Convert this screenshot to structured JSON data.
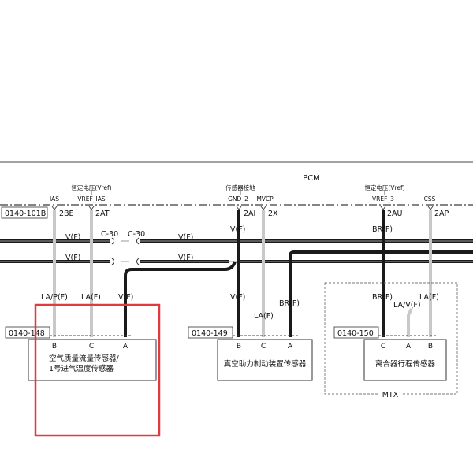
{
  "pcm": {
    "title": "PCM",
    "pins": [
      {
        "signal": "IAS",
        "pin": "2BE"
      },
      {
        "signal": "VREF_IAS",
        "desc": "恒定电压(Vref)",
        "pin": "2AT"
      },
      {
        "signal": "GND_2",
        "desc": "传感器接地",
        "pin": "2AI"
      },
      {
        "signal": "MVCP",
        "pin": "2X"
      },
      {
        "signal": "VREF_3",
        "desc": "恒定电压(Vref)",
        "pin": "2AU"
      },
      {
        "signal": "CSS",
        "pin": "2AP"
      }
    ],
    "connector": "0140-101B"
  },
  "wires": {
    "vf": "V(F)",
    "c30": "C-30",
    "lapf": "LA/P(F)",
    "laf": "LA(F)",
    "brf": "BR(F)",
    "lavf": "LA/V(F)"
  },
  "sensors": [
    {
      "connector": "0140-148",
      "pins": [
        "B",
        "C",
        "A"
      ],
      "name_line1": "空气质量流量传感器/",
      "name_line2": "1号进气温度传感器"
    },
    {
      "connector": "0140-149",
      "pins": [
        "B",
        "C",
        "A"
      ],
      "name_line1": "真空助力制动装置传感器"
    },
    {
      "connector": "0140-150",
      "pins": [
        "C",
        "A",
        "B"
      ],
      "name_line1": "离合器行程传感器"
    }
  ],
  "group_label": "MTX",
  "colors": {
    "wire_dark": "#1a1a1a",
    "wire_grey": "#c8c8c8",
    "highlight": "#e0393e",
    "pcm_line": "#3a3a3a"
  }
}
